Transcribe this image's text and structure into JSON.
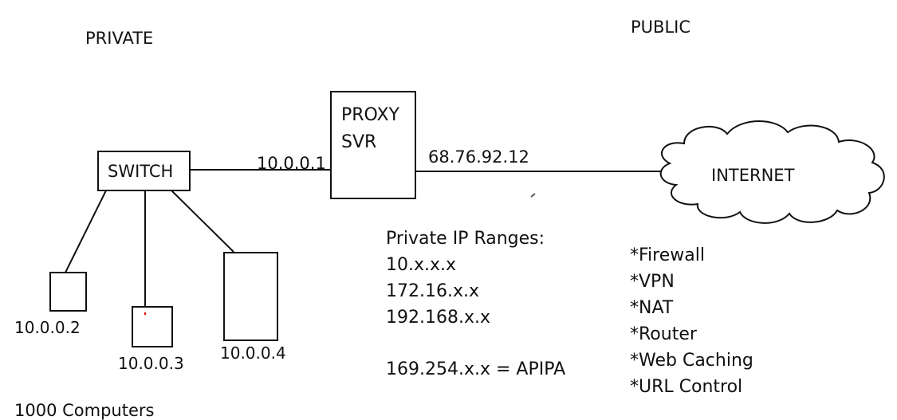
{
  "zones": {
    "private": "PRIVATE",
    "public": "PUBLIC"
  },
  "devices": {
    "switch": "SWITCH",
    "proxy_line1": "PROXY",
    "proxy_line2": "SVR",
    "internet": "INTERNET"
  },
  "addresses": {
    "proxy_inside": "10.0.0.1",
    "proxy_outside": "68.76.92.12",
    "computer1": "10.0.0.2",
    "computer2": "10.0.0.3",
    "computer3": "10.0.0.4"
  },
  "footer": "1000 Computers",
  "private_ranges": {
    "heading": "Private IP Ranges:",
    "items": [
      "10.x.x.x",
      "172.16.x.x",
      "192.168.x.x"
    ],
    "apipa": "169.254.x.x = APIPA"
  },
  "proxy_features": [
    "*Firewall",
    "*VPN",
    "*NAT",
    "*Router",
    "*Web Caching",
    "*URL Control"
  ]
}
